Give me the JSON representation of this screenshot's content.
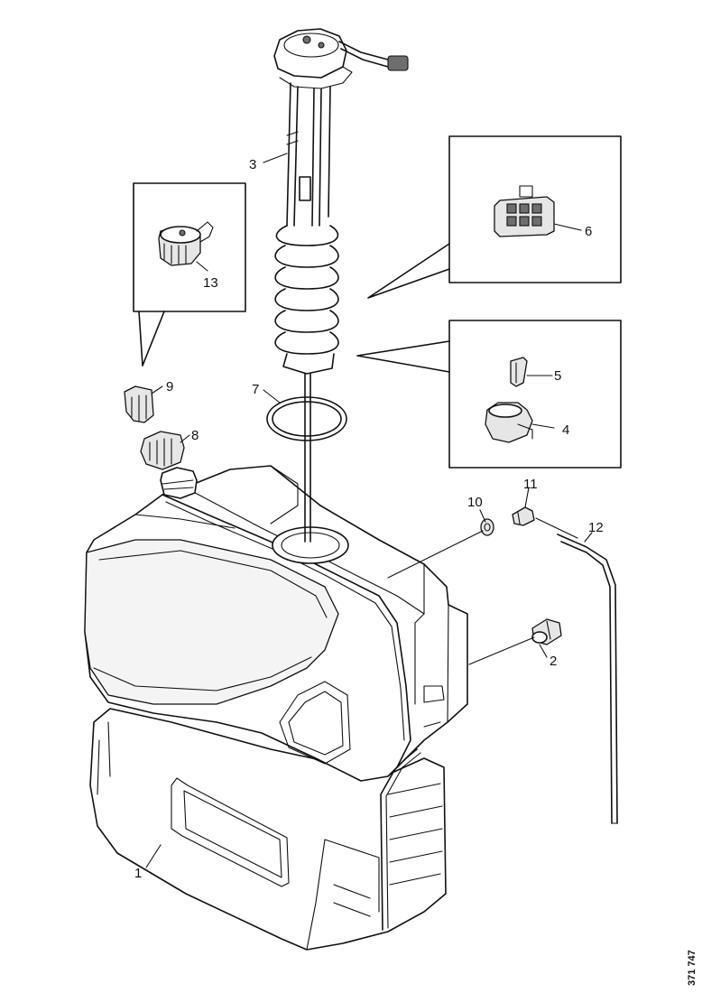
{
  "drawing_code": "371 747",
  "callouts": [
    {
      "id": "p1",
      "label": "1"
    },
    {
      "id": "p2",
      "label": "2"
    },
    {
      "id": "p3",
      "label": "3"
    },
    {
      "id": "p4",
      "label": "4"
    },
    {
      "id": "p5",
      "label": "5"
    },
    {
      "id": "p6",
      "label": "6"
    },
    {
      "id": "p7",
      "label": "7"
    },
    {
      "id": "p8",
      "label": "8"
    },
    {
      "id": "p9",
      "label": "9"
    },
    {
      "id": "p10",
      "label": "10"
    },
    {
      "id": "p11",
      "label": "11"
    },
    {
      "id": "p12",
      "label": "12"
    },
    {
      "id": "p13",
      "label": "13"
    }
  ]
}
